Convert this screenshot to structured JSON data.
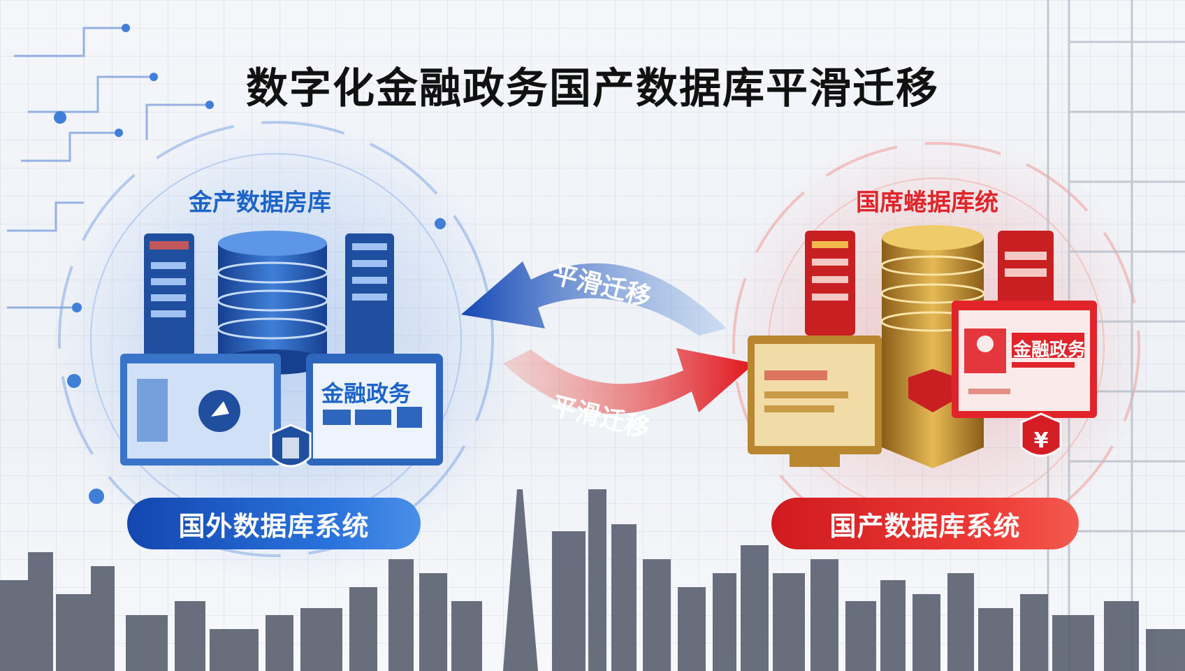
{
  "title": "数字化金融政务国产数据库平滑迁移",
  "left_system": {
    "heading": "金产数据房库",
    "screen_label": "金融政务",
    "label": "国外数据库系统",
    "color": "#1d64c8"
  },
  "right_system": {
    "heading": "国席蜷据库统",
    "screen_label": "金融政务",
    "label": "国产数据库系统",
    "color": "#e0242a"
  },
  "arrows": {
    "top_label": "平滑迁移",
    "bottom_label": "平滑迁移"
  },
  "icons": [
    "database-icon",
    "server-icon",
    "monitor-icon",
    "shield-icon",
    "yen-shield-icon",
    "city-skyline"
  ]
}
